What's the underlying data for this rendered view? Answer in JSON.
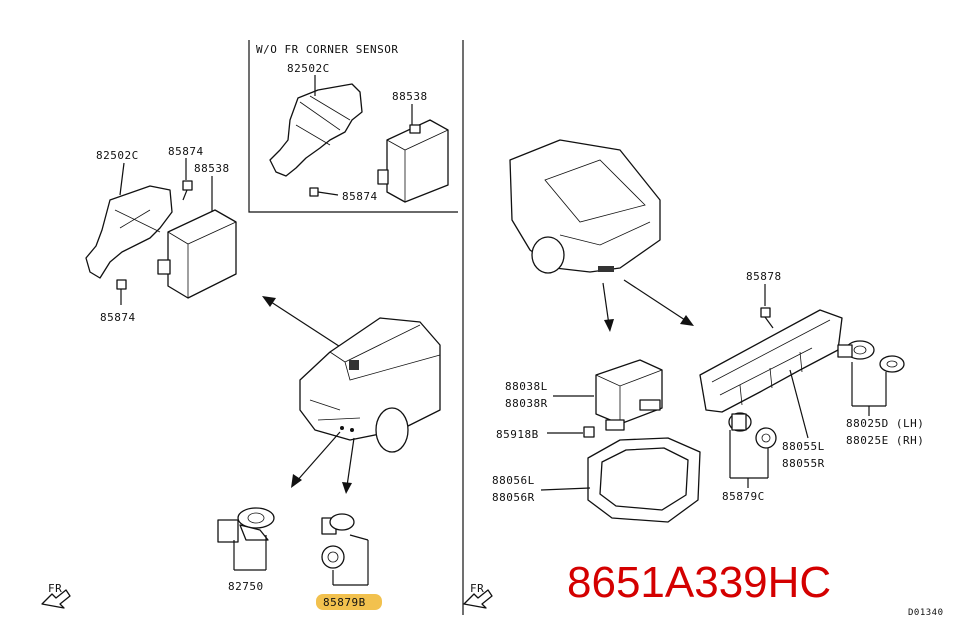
{
  "section_title": "W/O FR CORNER SENSOR",
  "big_code": "8651A339HC",
  "diagram_id": "D01340",
  "fr_left": "FR",
  "fr_right": "FR",
  "labels": {
    "p82502c_box": "82502C",
    "p88538_box": "88538",
    "p85874_box": "85874",
    "p82502c_main": "82502C",
    "p85874_top": "85874",
    "p88538_main": "88538",
    "p85874_bottom": "85874",
    "p82750": "82750",
    "p85879b": "85879B",
    "p85878": "85878",
    "p88038l": "88038L",
    "p88038r": "88038R",
    "p85918b": "85918B",
    "p88056l": "88056L",
    "p88056r": "88056R",
    "p88055l": "88055L",
    "p88055r": "88055R",
    "p88025d": "88025D (LH)",
    "p88025e": "88025E (RH)",
    "p85879c": "85879C"
  },
  "colors": {
    "highlight": "#f2c14e",
    "code": "#d40000"
  }
}
